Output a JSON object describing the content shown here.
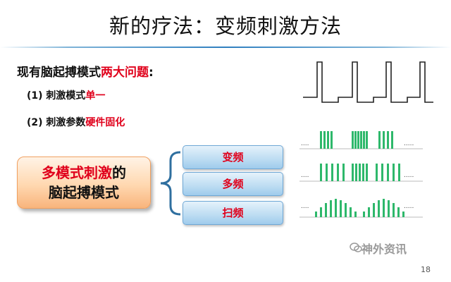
{
  "slide": {
    "title": "新的疗法：变频刺激方法",
    "problems": {
      "heading_prefix": "现有脑起搏模式",
      "heading_highlight": "两大问题",
      "heading_suffix": ":",
      "items": [
        {
          "prefix": "(1) 刺激模式",
          "highlight": "单一"
        },
        {
          "prefix": "(2) 刺激参数",
          "highlight": "硬件固化"
        }
      ]
    },
    "multi_mode": {
      "line1_highlight": "多模式刺激",
      "line1_suffix": "的",
      "line2": "脑起搏模式"
    },
    "modes": [
      {
        "label": "变频"
      },
      {
        "label": "多频"
      },
      {
        "label": "扫频"
      }
    ],
    "pulse_rows": [
      {
        "lead": "....",
        "trail": "....."
      },
      {
        "lead": "....",
        "trail": "....."
      },
      {
        "lead": "....",
        "trail": "....."
      }
    ],
    "watermark": "神外资讯",
    "page_number": "18",
    "colors": {
      "highlight": "#e0001b",
      "pulse": "#2eb86b",
      "box_orange": "#f8b47c",
      "button_blue": "#bcdcf2",
      "brace": "#2f6f9f"
    }
  }
}
